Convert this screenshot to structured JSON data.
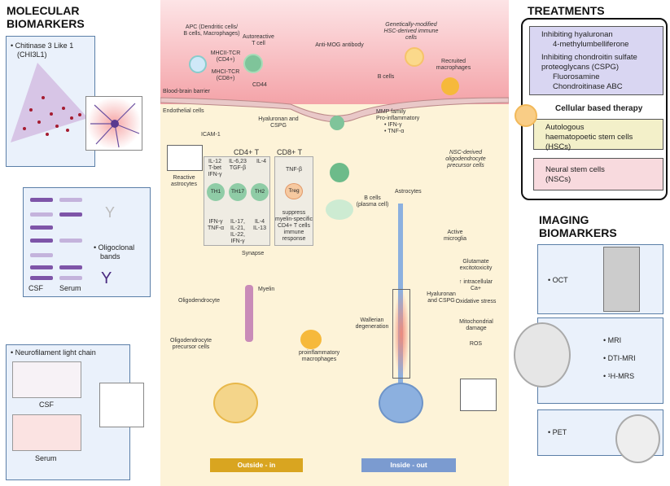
{
  "molecular": {
    "title_1": "MOLECULAR",
    "title_2": "BIOMARKERS",
    "chi_1": "• Chitinase 3 Like 1",
    "chi_2": "(CHI3L1)",
    "oligo_1": "• Oligoclonal",
    "oligo_2": "bands",
    "csf": "CSF",
    "serum": "Serum",
    "nfl": "• Neurofilament light chain",
    "nfl_csf": "CSF",
    "nfl_serum": "Serum"
  },
  "center": {
    "apc": "APC (Dendritic cells/ B cells, Macrophages)",
    "autoreactive": "Autoreactive T cell",
    "mhcii": "MHCII-TCR (CD4+)",
    "mhci": "MHCI-TCR (CD8+)",
    "anti_mog": "Anti-MOG antibody",
    "gm_hsc": "Genetically-modified HSC-derived immune cells",
    "recruited": "Recruited macrophages",
    "b_cells": "B cells",
    "bbb": "Blood-brain barrier",
    "cd44": "CD44",
    "endothelial": "Endothelial cells",
    "icam": "ICAM-1",
    "hyaluronan": "Hyaluronan and CSPG",
    "mmp": "MMP family",
    "proinf": "Pro-inflammatory",
    "ifn": "• IFN-γ",
    "tnf": "• TNF-α",
    "reactive_astro": "Reactive astrocytes",
    "cd4": "CD4+ T",
    "cd8": "CD8+ T",
    "il12": "IL-12 T-bet IFN-γ",
    "il6": "IL-6,23 TGF-β",
    "il4": "IL-4",
    "th1": "TH1",
    "th17": "TH17",
    "th2": "TH2",
    "th1_out": "IFN-γ TNF-α",
    "th17_out": "IL-17, IL-21, IL-22, IFN-γ",
    "th2_out": "IL-4 IL-13",
    "tnfb": "TNF-β",
    "treg": "Treg",
    "treg_out": "suppress myelin-specific CD4+ T cells immune response",
    "synapse": "Synapse",
    "plasma": "B cells (plasma cell)",
    "astrocytes": "Astrocytes",
    "nsc_opc": "NSC-derived oligodendrocyte precursor cells",
    "microglia": "Active microglia",
    "myelin": "Myelin",
    "oligodendrocyte": "Oligodendrocyte",
    "opc": "Oligodendrocyte precursor cells",
    "proinf_macro": "proinflammatory macrophages",
    "wallerian": "Wallerian degeneration",
    "hyal2": "Hyaluronan and CSPG",
    "glut": "Glutamate excitotoxicity",
    "ca": "↑ intracellular Ca+",
    "ox": "Oxidative stress",
    "mito": "Mitochondrial damage",
    "ros": "ROS",
    "outside_in": "Outside - in",
    "inside_out": "Inside - out"
  },
  "treatments": {
    "title": "TREATMENTS",
    "hya": "Inhibiting hyaluronan",
    "mu": "4-methylumbelliferone",
    "cspg_1": "Inhibiting chondroitin sulfate",
    "cspg_2": "proteoglycans (CSPG)",
    "fluor": "Fluorosamine",
    "chabc": "Chondroitinase ABC",
    "cell_title": "Cellular based therapy",
    "hsc_1": "Autologous",
    "hsc_2": "haematopoetic stem cells",
    "hsc_3": "(HSCs)",
    "nsc_1": "Neural stem cells",
    "nsc_2": "(NSCs)"
  },
  "imaging": {
    "title_1": "IMAGING",
    "title_2": "BIOMARKERS",
    "oct": "• OCT",
    "mri": "• MRI",
    "dti": "• DTI-MRI",
    "mrs": "• ¹H-MRS",
    "pet": "• PET"
  },
  "colors": {
    "blood": "#f4a3a8",
    "tissue": "#fdf3d8",
    "outside_in": "#d9a520",
    "inside_out": "#7b9bd0",
    "treat_purple": "#d9d6f2",
    "treat_yellow": "#f3f0c9",
    "treat_pink": "#f8dade",
    "biomarker_box": "#eaf1fb"
  }
}
